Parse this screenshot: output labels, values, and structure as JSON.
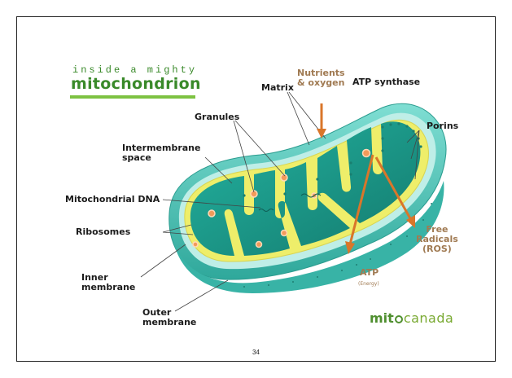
{
  "title": {
    "small": "inside a mighty",
    "big": "mitochondrion"
  },
  "labels": {
    "nutrients": [
      "Nutrients",
      "& oxygen"
    ],
    "atp_synthase": "ATP synthase",
    "matrix": "Matrix",
    "granules": "Granules",
    "porins": "Porins",
    "intermembrane": [
      "Intermembrane",
      "space"
    ],
    "mito_dna": "Mitochondrial DNA",
    "ribosomes": "Ribosomes",
    "inner_membrane": [
      "Inner",
      "membrane"
    ],
    "outer_membrane": [
      "Outer",
      "membrane"
    ],
    "free_radicals": [
      "Free",
      "Radicals",
      "(ROS)"
    ],
    "atp": "ATP",
    "energy": "(Energy)"
  },
  "logo": {
    "mit": "mit",
    "canada": "canada"
  },
  "page_number": "34",
  "colors": {
    "title_green": "#3a8a2a",
    "outer": "#48c2b5",
    "inner_yellow": "#e8e65a",
    "matrix": "#1a9c8c",
    "arrow": "#d9762a",
    "label_orange": "#a07a52"
  }
}
